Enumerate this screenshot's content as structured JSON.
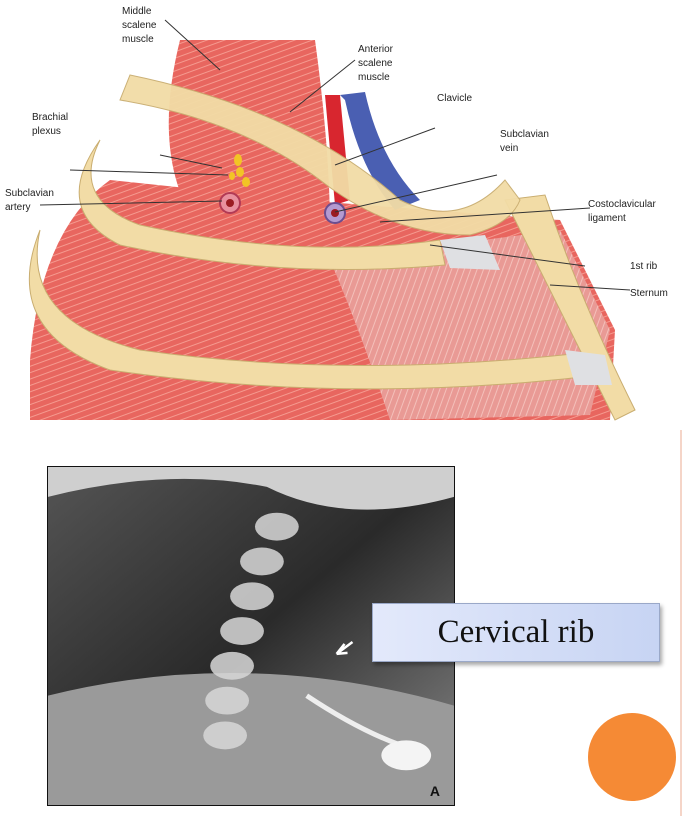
{
  "anatomy": {
    "labels": {
      "middle_scalene": [
        "Middle",
        "scalene",
        "muscle"
      ],
      "anterior_scalene": [
        "Anterior",
        "scalene",
        "muscle"
      ],
      "clavicle": "Clavicle",
      "brachial_plexus": [
        "Brachial",
        "plexus"
      ],
      "subclavian_vein": [
        "Subclavian",
        "vein"
      ],
      "subclavian_artery": [
        "Subclavian",
        "artery"
      ],
      "costoclavicular": [
        "Costoclavicular",
        "ligament"
      ],
      "first_rib": "1st rib",
      "sternum": "Sternum"
    }
  },
  "xray": {
    "panel_letter": "A"
  },
  "caption": "Cervical rib",
  "colors": {
    "accent_circle": "#f58a35",
    "muscle": "#e8665f",
    "bone": "#f2dca6",
    "caption_bg": "#d3ddf6"
  }
}
